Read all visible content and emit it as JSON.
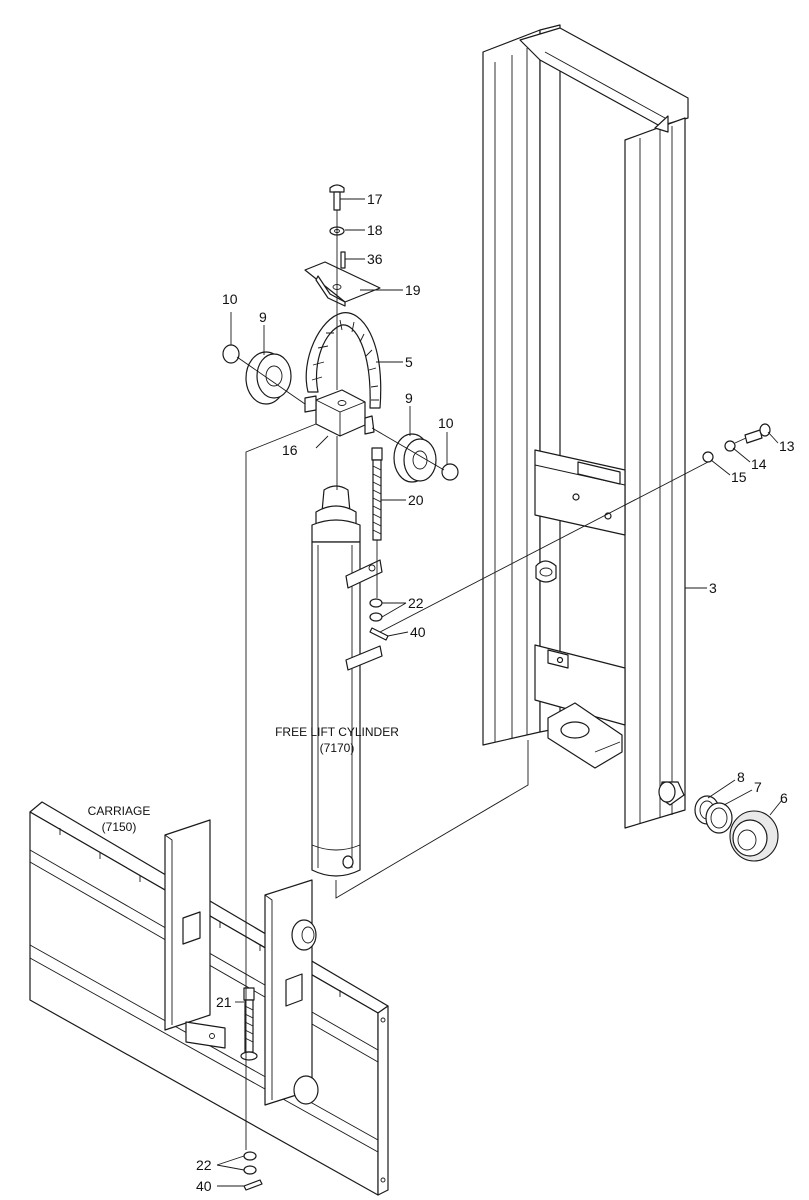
{
  "labels": {
    "carriage": "CARRIAGE",
    "carriage_ref": "(7150)",
    "free_lift_cylinder": "FREE LIFT CYLINDER",
    "free_lift_cylinder_ref": "(7170)"
  },
  "callouts": {
    "p3": "3",
    "p5": "5",
    "p6": "6",
    "p7": "7",
    "p8": "8",
    "p9a": "9",
    "p9b": "9",
    "p10a": "10",
    "p10b": "10",
    "p13": "13",
    "p14": "14",
    "p15": "15",
    "p16": "16",
    "p17": "17",
    "p18": "18",
    "p19": "19",
    "p20": "20",
    "p21": "21",
    "p22a": "22",
    "p22b": "22",
    "p36": "36",
    "p40a": "40",
    "p40b": "40"
  }
}
